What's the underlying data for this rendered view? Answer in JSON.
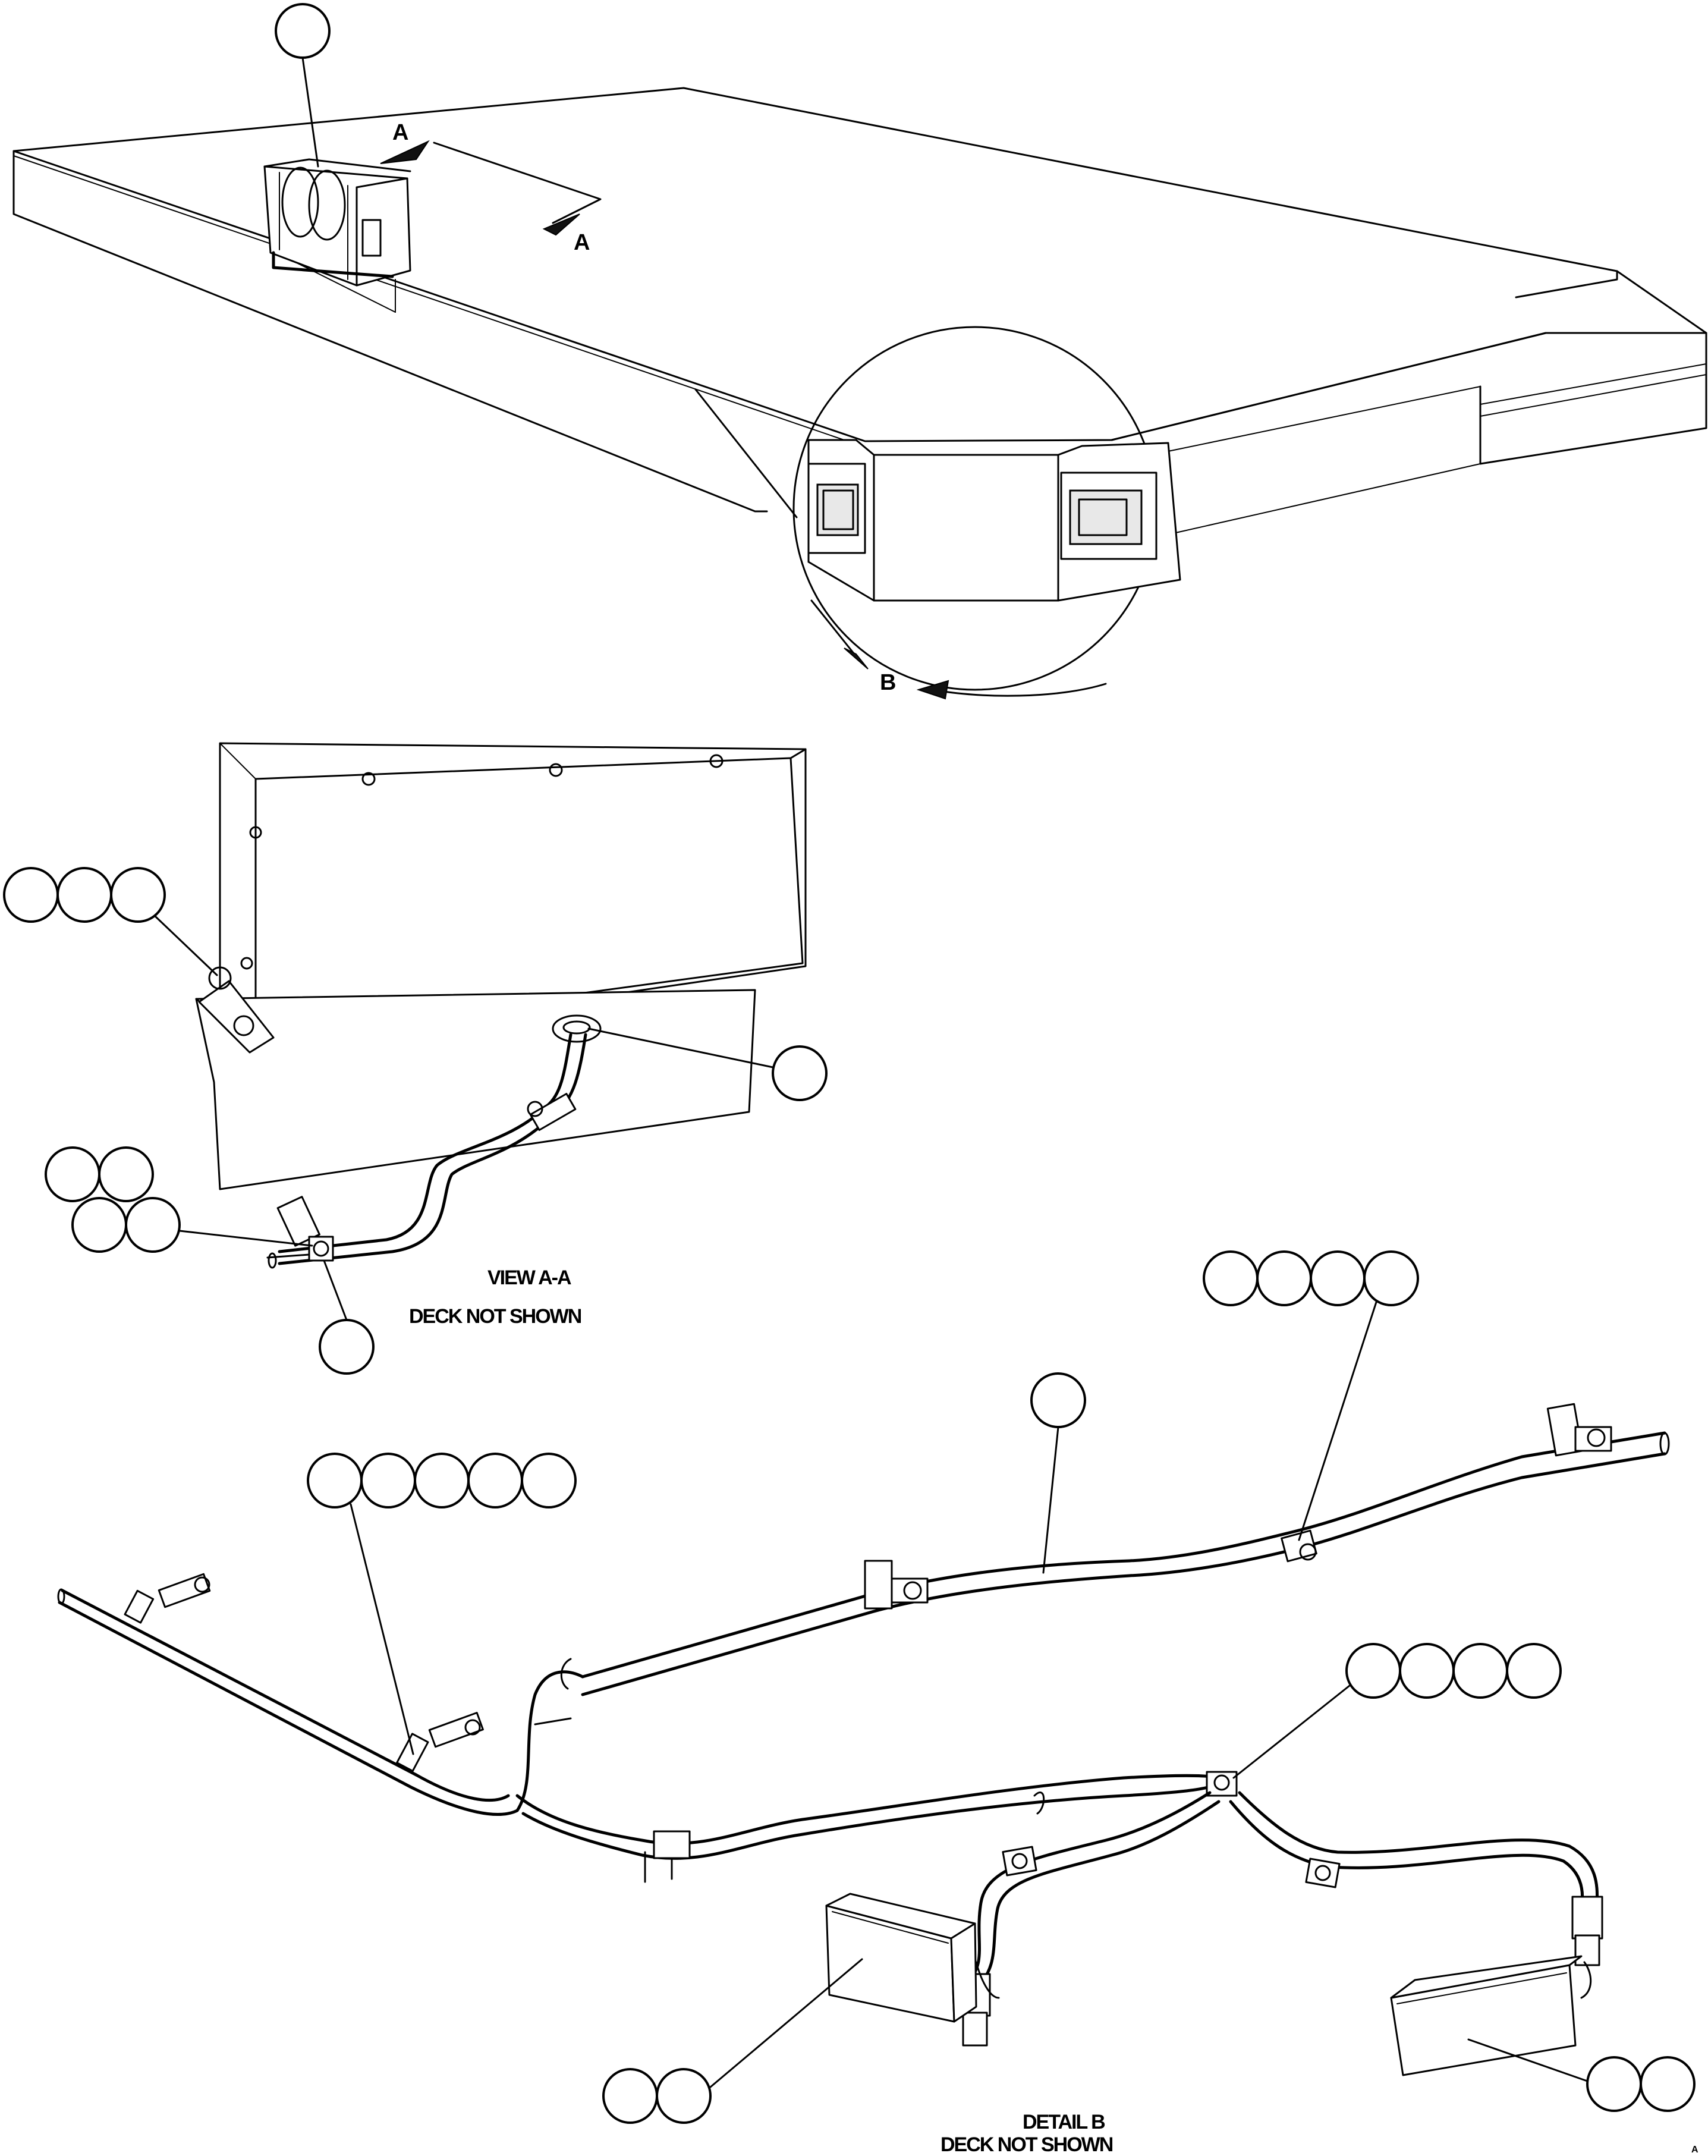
{
  "section_markers": {
    "upper": "A",
    "lower": "A",
    "detail": "B"
  },
  "view_a": {
    "title": "VIEW A-A",
    "note": "DECK NOT SHOWN"
  },
  "detail_b": {
    "title": "DETAIL B",
    "note": "DECK NOT SHOWN"
  },
  "sheet_code": "A"
}
